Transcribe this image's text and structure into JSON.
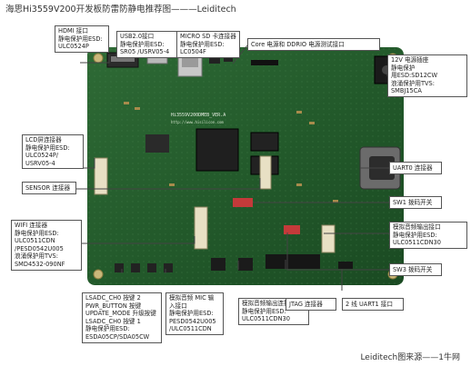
{
  "page": {
    "title": "海思Hi3559V200开发板防雷防静电推荐图———Leiditech",
    "credit": "Leiditech图来源——1牛网"
  },
  "board": {
    "silkscreen": "Hi3559V200DMEB_VER.A",
    "silkscreen_url": "http://www.hisilicon.com"
  },
  "callouts": {
    "hdmi": [
      "HDMI 接口",
      "静电保护用ESD:",
      "ULC0524P"
    ],
    "usb": [
      "USB2.0接口",
      "静电保护用ESD:",
      "SR05 /USRV05-4"
    ],
    "sd": [
      "MICRO SD 卡连接器",
      "静电保护用ESD:",
      "LC0504F"
    ],
    "core": [
      "Core 电源和 DDRIO 电源测试接口"
    ],
    "power": [
      "12V 电源插座",
      "静电保护",
      "用ESD:SD12CW",
      "浪涌保护用TVS:",
      "SMBJ15CA"
    ],
    "lcd": [
      "LCD屏连接器",
      "静电保护用ESD:",
      "ULC0524P/",
      "USRV05-4"
    ],
    "sensor": [
      "SENSOR 连接器"
    ],
    "uart0": [
      "UART0 连接器"
    ],
    "sw1": [
      "SW1 拨码开关"
    ],
    "wifi": [
      "WIFI 连接器",
      "静电保护用ESD:",
      "ULC0511CDN",
      "/PESD0542U005",
      "浪涌保护用TVS:",
      "SMD4532-090NF"
    ],
    "analog_out_right": [
      "模拟音频输出接口",
      "静电保护用ESD:",
      "ULC0511CDN30"
    ],
    "sw3": [
      "SW3 拨码开关"
    ],
    "lsadc": [
      "LSADC_CH0 按键 2",
      "PWR_BUTTON 按键",
      "UPDATE_MODE 升级按键",
      "LSADC_CH0 按键 1",
      "静电保护用ESD:",
      "ESDA05CP/SDA05CW"
    ],
    "mic": [
      "模拟音频 MIC 输",
      "入接口",
      "静电保护用ESD:",
      "PESD0542U005",
      "/ULC0511CDN"
    ],
    "analog_out_bottom": [
      "模拟音频输出连接器",
      "静电保护用ESD:",
      "ULC0511CDN30"
    ],
    "jtag": [
      "JTAG 连接器"
    ],
    "uart1": [
      "2 线 UART1 接口"
    ]
  }
}
